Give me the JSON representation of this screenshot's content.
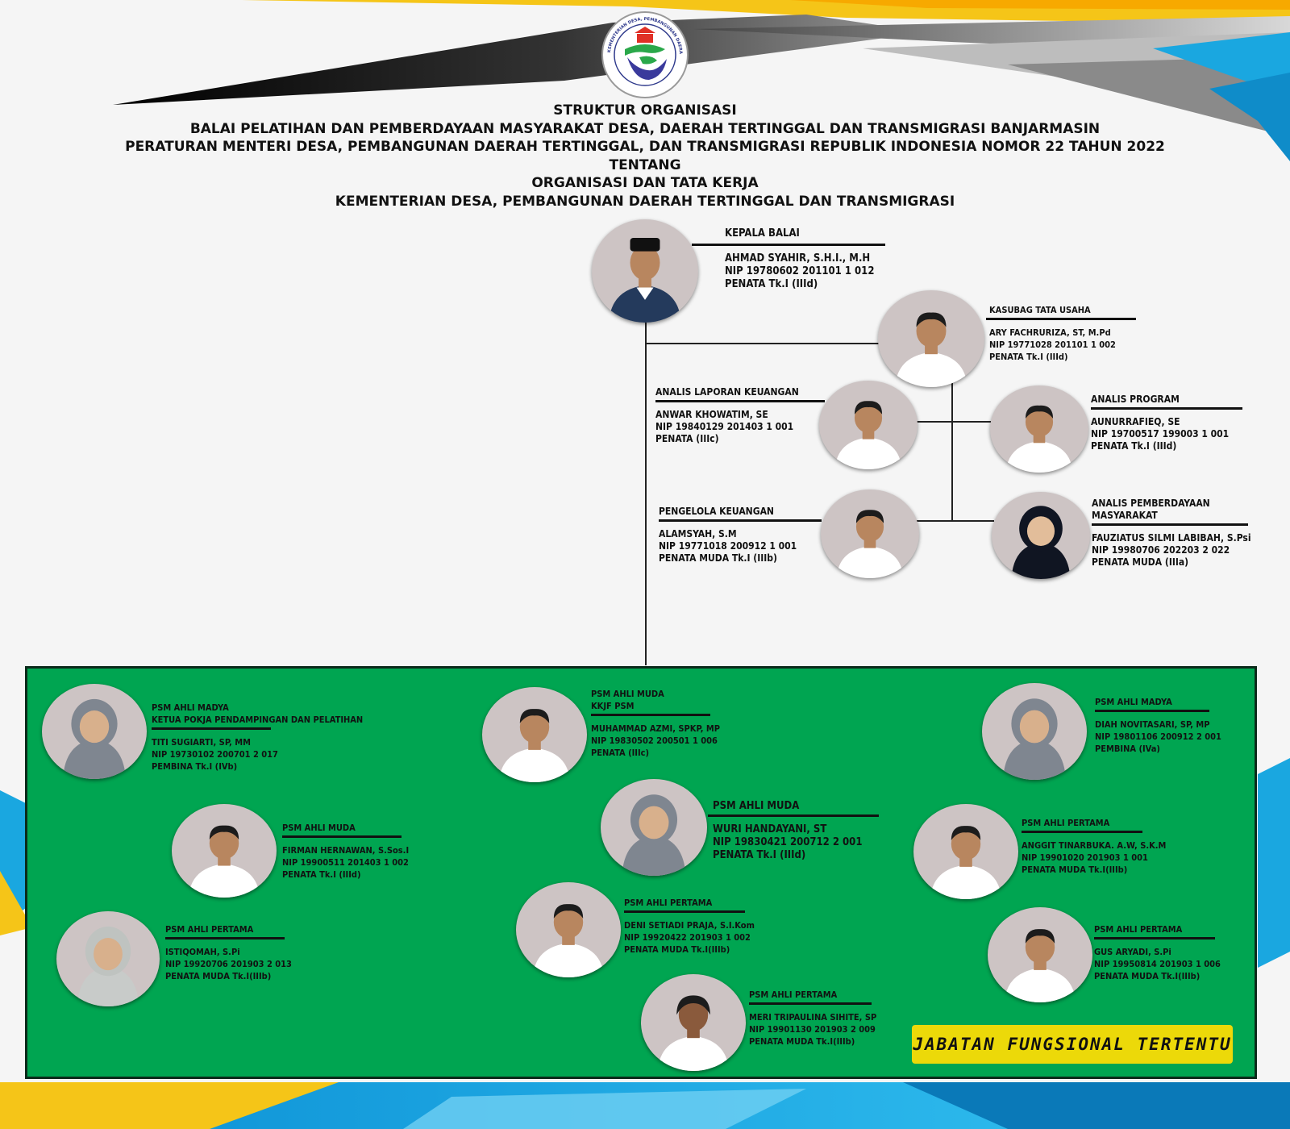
{
  "logo": {
    "ring_text": "KEMENTERIAN DESA, PEMBANGUNAN DAERAH TERTINGGAL, DAN TRANSMIGRASI"
  },
  "header": {
    "line1": "STRUKTUR ORGANISASI",
    "line2": "BALAI PELATIHAN DAN PEMBERDAYAAN MASYARAKAT DESA, DAERAH TERTINGGAL DAN TRANSMIGRASI  BANJARMASIN",
    "line3": "PERATURAN MENTERI DESA, PEMBANGUNAN DAERAH TERTINGGAL, DAN TRANSMIGRASI REPUBLIK INDONESIA NOMOR 22 TAHUN 2022",
    "line4": "TENTANG",
    "line5": "ORGANISASI DAN TATA KERJA",
    "line6": "KEMENTERIAN DESA, PEMBANGUNAN DAERAH TERTINGGAL DAN TRANSMIGRASI"
  },
  "structural": [
    {
      "position": "KEPALA BALAI",
      "name": "AHMAD SYAHIR, S.H.I., M.H",
      "nip": "NIP 19780602 201101 1 012",
      "rank": "PENATA Tk.I (IIId)",
      "attire": "suit-peci"
    },
    {
      "position": "KASUBAG TATA USAHA",
      "name": "ARY FACHRURIZA, ST, M.Pd",
      "nip": "NIP 19771028 201101 1 002",
      "rank": "PENATA Tk.I (IIId)",
      "attire": "white"
    },
    {
      "position": "ANALIS LAPORAN KEUANGAN",
      "name": "ANWAR KHOWATIM, SE",
      "nip": "NIP 19840129 201403 1 001",
      "rank": "PENATA (IIIc)",
      "attire": "white"
    },
    {
      "position": "ANALIS PROGRAM",
      "name": "AUNURRAFIEQ, SE",
      "nip": "NIP 19700517 199003 1 001",
      "rank": "PENATA Tk.I (IIId)",
      "attire": "white"
    },
    {
      "position": "PENGELOLA KEUANGAN",
      "name": "ALAMSYAH, S.M",
      "nip": "NIP 19771018 200912 1 001",
      "rank": "PENATA MUDA Tk.I (IIIb)",
      "attire": "white"
    },
    {
      "position": "ANALIS PEMBERDAYAAN MASYARAKAT",
      "position_line1": "ANALIS PEMBERDAYAAN",
      "position_line2": "MASYARAKAT",
      "name": "FAUZIATUS SILMI LABIBAH,  S.Psi",
      "nip": "NIP 19980706 202203 2 022",
      "rank": "PENATA MUDA (IIIa)",
      "attire": "hijab-black"
    }
  ],
  "functional": [
    {
      "position": "PSM AHLI MADYA",
      "position2": "KETUA POKJA PENDAMPINGAN DAN PELATIHAN",
      "name": "TITI SUGIARTI, SP, MM",
      "nip": "NIP 19730102 200701 2 017",
      "rank": "PEMBINA Tk.I (IVb)",
      "attire": "hijab-grey"
    },
    {
      "position": "PSM AHLI MUDA",
      "position2": "KKJF PSM",
      "name": "MUHAMMAD AZMI, SPKP, MP",
      "nip": "NIP 19830502 200501 1 006",
      "rank": "PENATA (IIIc)",
      "attire": "white"
    },
    {
      "position": "PSM AHLI MADYA",
      "name": "DIAH NOVITASARI, SP, MP",
      "nip": "NIP 19801106 200912 2 001",
      "rank": "PEMBINA (IVa)",
      "attire": "hijab-grey"
    },
    {
      "position": "PSM AHLI MUDA",
      "name": "FIRMAN HERNAWAN, S.Sos.I",
      "nip": "NIP 19900511 201403 1 002",
      "rank": "PENATA Tk.I (IIId)",
      "attire": "white"
    },
    {
      "position": "PSM AHLI MUDA",
      "name": "WURI HANDAYANI, ST",
      "nip": "NIP 19830421 200712 2 001",
      "rank": "PENATA Tk.I (IIId)",
      "attire": "hijab-grey"
    },
    {
      "position": "PSM AHLI PERTAMA",
      "name": "ANGGIT TINARBUKA. A.W, S.K.M",
      "nip": "NIP 19901020 201903 1 001",
      "rank": "PENATA MUDA Tk.I(IIIb)",
      "attire": "white"
    },
    {
      "position": "PSM AHLI PERTAMA",
      "name": "ISTIQOMAH, S.Pi",
      "nip": "NIP 19920706 201903 2 013",
      "rank": "PENATA MUDA Tk.I(IIIb)",
      "attire": "hijab-light"
    },
    {
      "position": "PSM AHLI PERTAMA",
      "name": "DENI SETIADI PRAJA, S.I.Kom",
      "nip": "NIP 19920422 201903 1 002",
      "rank": "PENATA MUDA Tk.I(IIIb)",
      "attire": "white"
    },
    {
      "position": "PSM AHLI PERTAMA",
      "name": "GUS ARYADI, S.Pi",
      "nip": "NIP 19950814 201903 1 006",
      "rank": "PENATA MUDA Tk.I(IIIb)",
      "attire": "white"
    },
    {
      "position": "PSM AHLI PERTAMA",
      "name": "MERI TRIPAULINA SIHITE, SP",
      "nip": "NIP 19901130 201903 2 009",
      "rank": "PENATA MUDA Tk.I(IIIb)",
      "attire": "white-female"
    }
  ],
  "functional_label": "JABATAN FUNGSIONAL TERTENTU",
  "colors": {
    "panel_green": "#00a551",
    "label_yellow": "#ecd909",
    "photo_bg": "#cdc4c4",
    "accent_blue": "#1aa7e0",
    "accent_yellow": "#f5c518"
  }
}
